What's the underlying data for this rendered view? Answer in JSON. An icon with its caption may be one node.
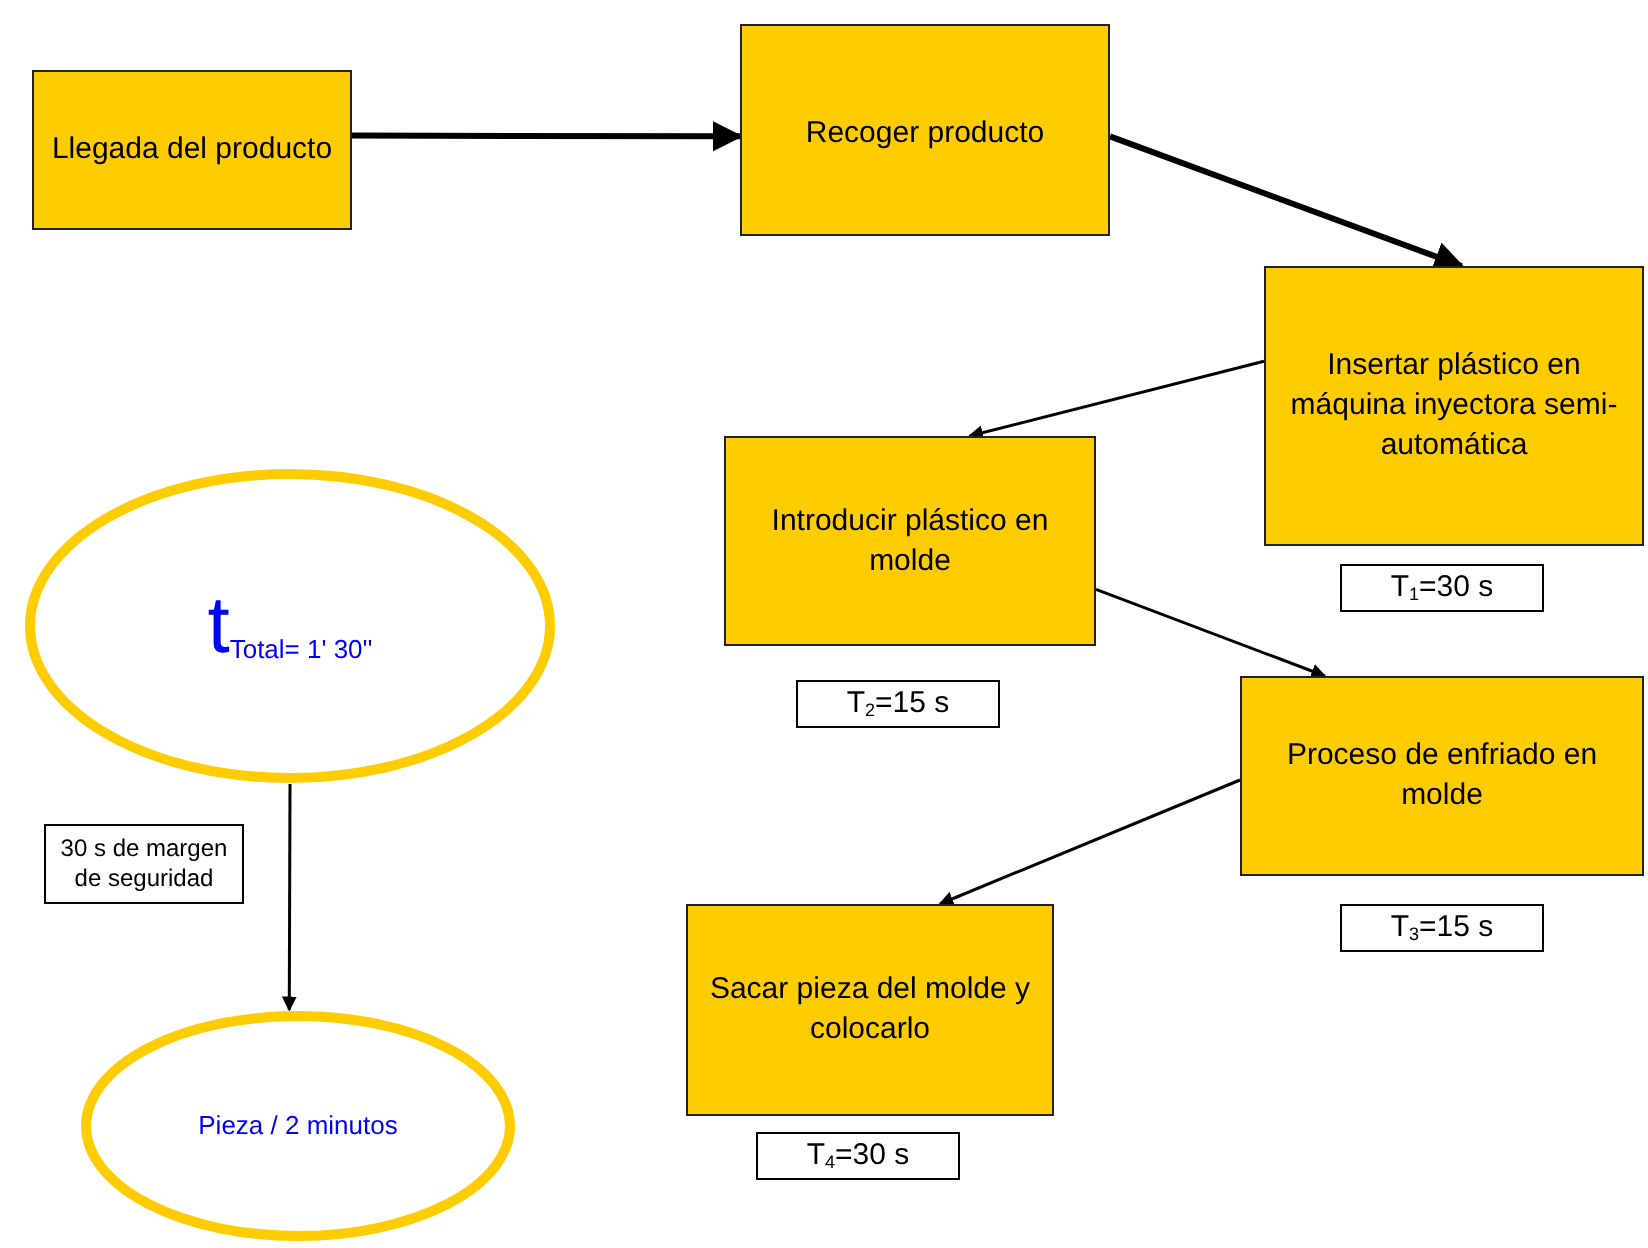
{
  "diagram": {
    "nodes": [
      {
        "text": [
          "Llegada del producto"
        ]
      },
      {
        "text": [
          "Recoger producto"
        ]
      },
      {
        "text": [
          "Insertar plástico en máquina inyectora semi-automática"
        ],
        "beside": [
          "T$_{1}$=30 s"
        ]
      },
      {
        "text": [
          "Introducir plástico en molde"
        ],
        "beside": [
          "T$_{2}$=15 s"
        ]
      },
      {
        "text": [
          "Proceso de enfriado en molde"
        ],
        "beside": [
          "T$_{3}$=15 s"
        ]
      },
      {
        "text": [
          "Sacar pieza del molde y colocarlo"
        ],
        "beside": [
          "T$_{4}$=30 s"
        ]
      },
      {
        "text": [
          "t$_{Total= 1' 30''}$"
        ]
      },
      {
        "text": [
          "Pieza / 2 minutos"
        ]
      }
    ],
    "edges": [
      {
        "from": 0,
        "to": 1,
        "arrow": "to",
        "style": "thick"
      },
      {
        "from": 1,
        "to": 2,
        "arrow": "to",
        "style": "thick"
      },
      {
        "from": 2,
        "to": 3,
        "arrow": "to"
      },
      {
        "from": 3,
        "to": 4,
        "arrow": "to"
      },
      {
        "from": 4,
        "to": 5,
        "arrow": "to"
      },
      {
        "from": 6,
        "to": 7,
        "arrow": "to",
        "label": "30 s de margen de seguridad"
      }
    ]
  }
}
